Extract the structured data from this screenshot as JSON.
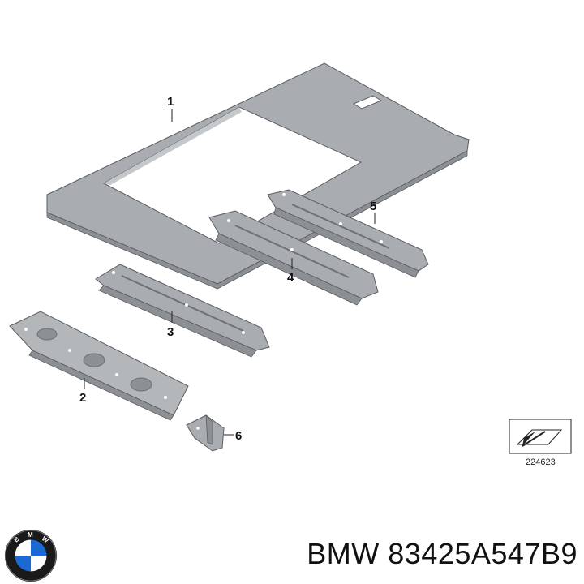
{
  "callouts": [
    {
      "number": "1",
      "part": "roof"
    },
    {
      "number": "2",
      "part": "front-panel"
    },
    {
      "number": "3",
      "part": "front-roof-bow"
    },
    {
      "number": "4",
      "part": "middle-roof-bow"
    },
    {
      "number": "5",
      "part": "rear-roof-bow"
    },
    {
      "number": "6",
      "part": "bracket"
    }
  ],
  "reference_code": "224623",
  "part_label": "BMW 83425A547B9",
  "brand_logo": {
    "letters": "BMW",
    "colors": {
      "ring": "#1a1a1a",
      "blue": "#1c69d4",
      "white": "#ffffff"
    }
  },
  "colors": {
    "part_fill": "#a9acb0",
    "part_shadow": "#8c9094",
    "part_highlight": "#c5c8cb",
    "outline": "#5a5d61"
  }
}
